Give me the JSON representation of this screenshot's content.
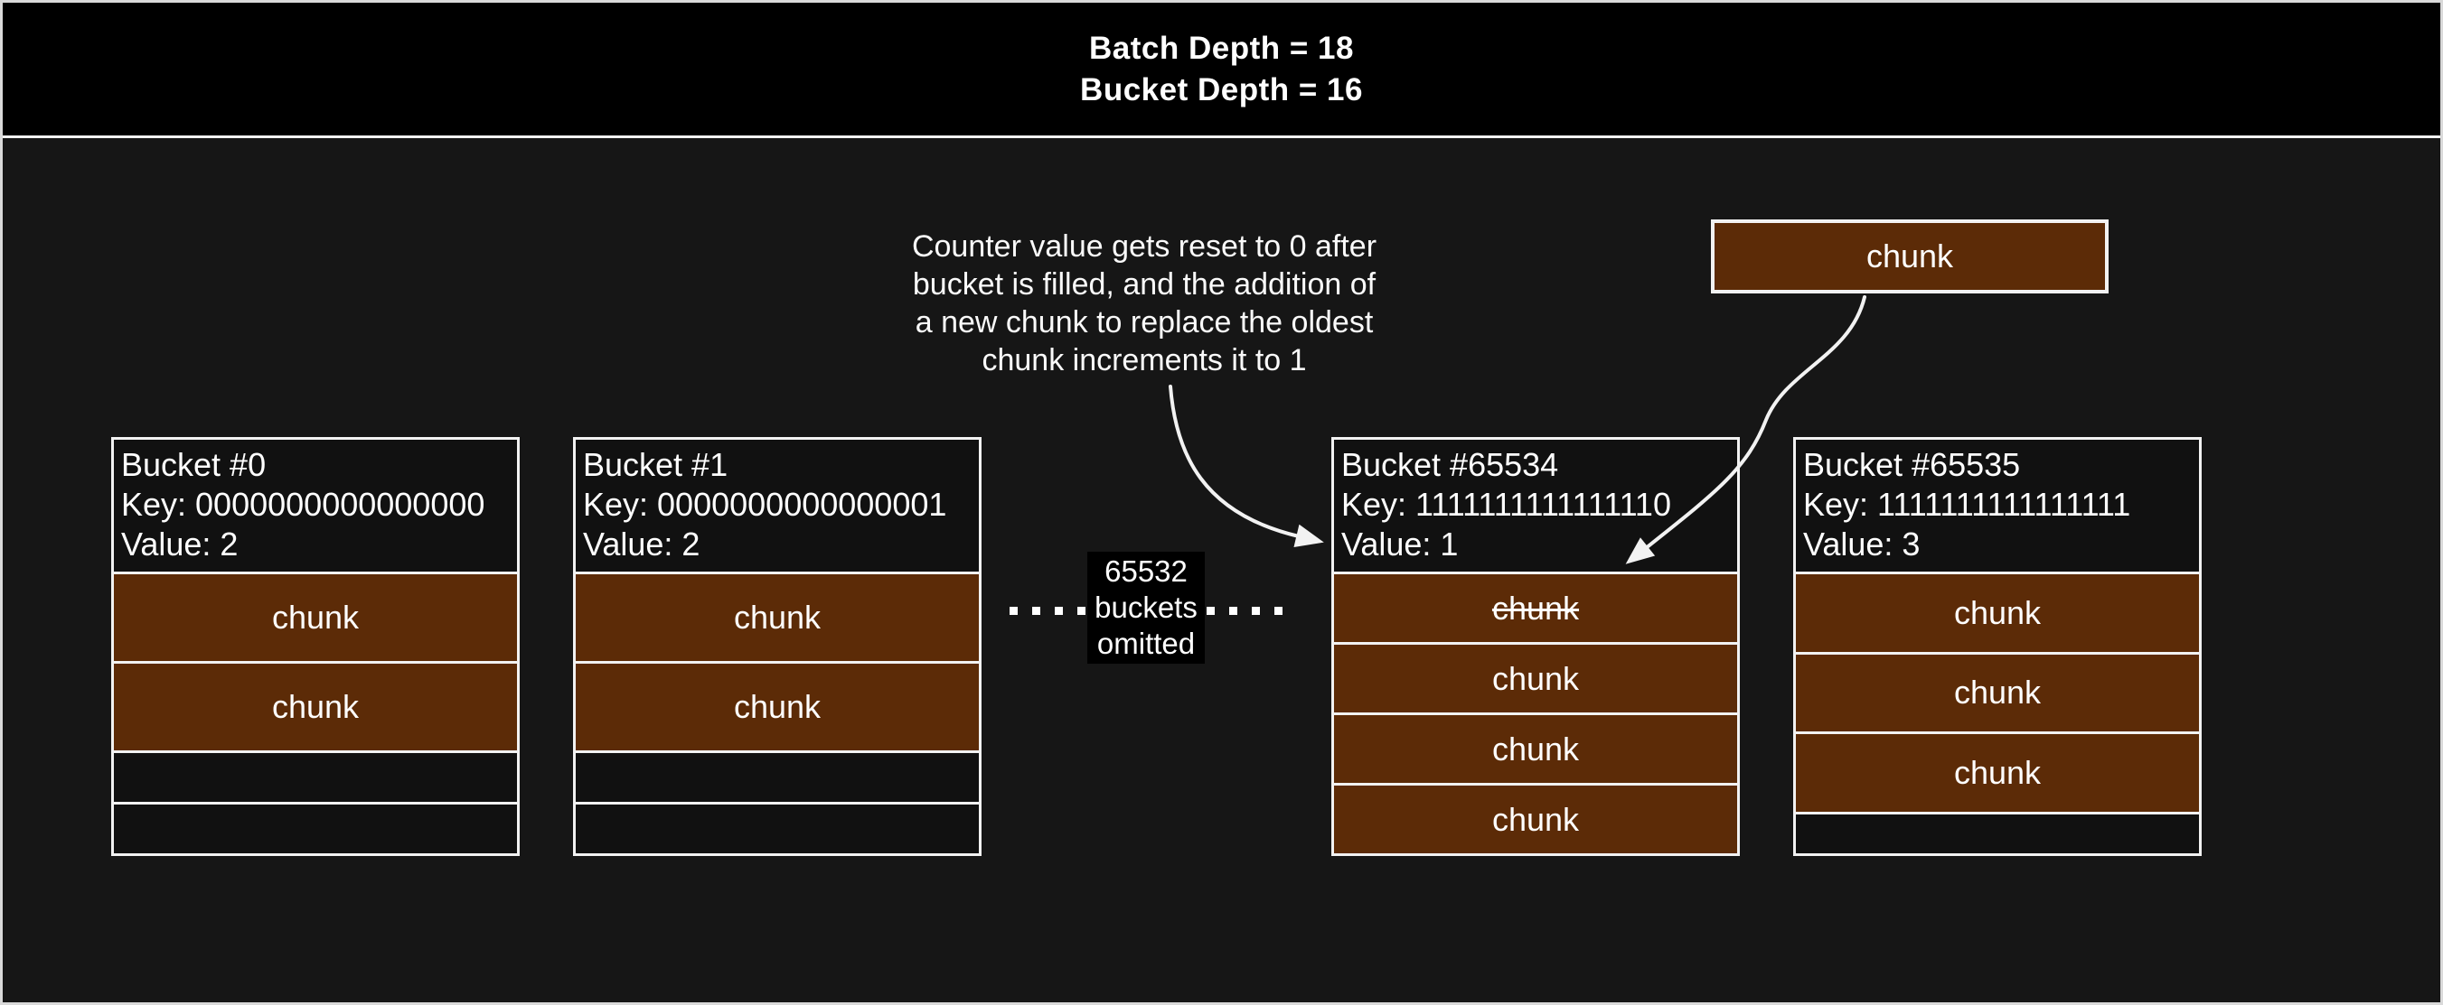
{
  "header": {
    "line1": "Batch Depth = 18",
    "line2": "Bucket Depth = 16"
  },
  "annotation": {
    "lines": [
      "Counter value gets reset to 0 after",
      "bucket is filled, and the addition of",
      "a new chunk to replace the oldest",
      "chunk increments it to 1"
    ]
  },
  "floating_chunk": {
    "label": "chunk"
  },
  "omitted_label": {
    "lines": [
      "65532",
      "buckets",
      "omitted"
    ]
  },
  "buckets": [
    {
      "title": "Bucket #0",
      "key": "Key: 0000000000000000",
      "value": "Value: 2",
      "slots": [
        {
          "label": "chunk",
          "filled": true,
          "struck": false
        },
        {
          "label": "chunk",
          "filled": true,
          "struck": false
        },
        {
          "label": "",
          "filled": false,
          "struck": false
        },
        {
          "label": "",
          "filled": false,
          "struck": false
        }
      ]
    },
    {
      "title": "Bucket #1",
      "key": "Key: 0000000000000001",
      "value": "Value: 2",
      "slots": [
        {
          "label": "chunk",
          "filled": true,
          "struck": false
        },
        {
          "label": "chunk",
          "filled": true,
          "struck": false
        },
        {
          "label": "",
          "filled": false,
          "struck": false
        },
        {
          "label": "",
          "filled": false,
          "struck": false
        }
      ]
    },
    {
      "title": "Bucket #65534",
      "key": "Key: 1111111111111110",
      "value": "Value: 1",
      "slots": [
        {
          "label": "chunk",
          "filled": true,
          "struck": true
        },
        {
          "label": "chunk",
          "filled": true,
          "struck": false
        },
        {
          "label": "chunk",
          "filled": true,
          "struck": false
        },
        {
          "label": "chunk",
          "filled": true,
          "struck": false
        }
      ]
    },
    {
      "title": "Bucket #65535",
      "key": "Key: 1111111111111111",
      "value": "Value: 3",
      "slots": [
        {
          "label": "chunk",
          "filled": true,
          "struck": false
        },
        {
          "label": "chunk",
          "filled": true,
          "struck": false
        },
        {
          "label": "chunk",
          "filled": true,
          "struck": false
        },
        {
          "label": "",
          "filled": false,
          "struck": false
        }
      ]
    }
  ],
  "colors": {
    "background": "#161616",
    "panel_black": "#000000",
    "chunk_fill": "#5C2B07",
    "border": "#F2F2F2",
    "text": "#FFFFFF"
  }
}
